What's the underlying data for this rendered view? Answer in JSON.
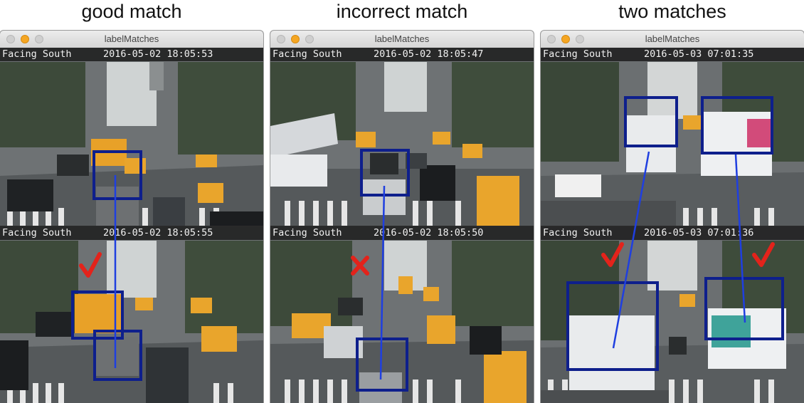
{
  "captions": [
    "good match",
    "incorrect match",
    "two matches"
  ],
  "panels": [
    {
      "window_title": "labelMatches",
      "top_frame": {
        "camera": "Facing South",
        "timestamp": "2016-05-02 18:05:53"
      },
      "bottom_frame": {
        "camera": "Facing South",
        "timestamp": "2016-05-02 18:05:55"
      },
      "verdicts": [
        "check"
      ]
    },
    {
      "window_title": "labelMatches",
      "top_frame": {
        "camera": "Facing South",
        "timestamp": "2016-05-02 18:05:47"
      },
      "bottom_frame": {
        "camera": "Facing South",
        "timestamp": "2016-05-02 18:05:50"
      },
      "verdicts": [
        "cross"
      ]
    },
    {
      "window_title": "labelMatches",
      "top_frame": {
        "camera": "Facing South",
        "timestamp": "2016-05-03 07:01:35"
      },
      "bottom_frame": {
        "camera": "Facing South",
        "timestamp": "2016-05-03 07:01:36"
      },
      "verdicts": [
        "check",
        "check"
      ]
    }
  ],
  "colors": {
    "bounding_box": "#0e1f8c",
    "match_line": "#1f3fe0",
    "check_mark": "#e3231b",
    "cross_mark": "#e3231b",
    "traffic_light_minimize": "#f5a623",
    "taxi": "#e8a128",
    "overlay_text": "#f2f2f2"
  },
  "icons": [
    "close-window-icon",
    "minimize-window-icon",
    "maximize-window-icon",
    "check-mark-icon",
    "cross-mark-icon"
  ]
}
